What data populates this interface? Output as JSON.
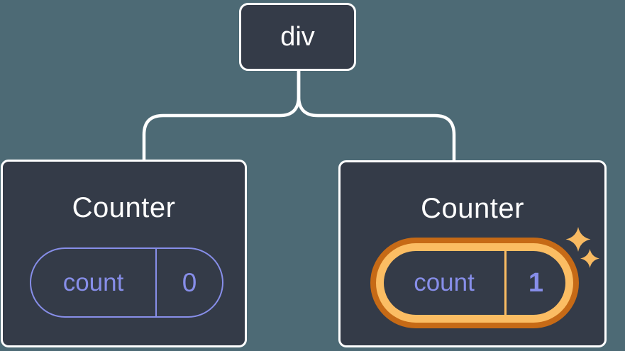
{
  "diagram": {
    "colors": {
      "background": "#4d6a75",
      "node-fill": "#343b48",
      "node-border": "#ffffff",
      "line": "#ffffff",
      "state": "#878ee9",
      "highlight-outer": "#c66a16",
      "highlight-inner": "#fbbd63",
      "sparkle": "#f8ba62"
    },
    "root": {
      "label": "div"
    },
    "children": [
      {
        "title": "Counter",
        "state_key": "count",
        "state_value": "0",
        "highlighted": false
      },
      {
        "title": "Counter",
        "state_key": "count",
        "state_value": "1",
        "highlighted": true
      }
    ]
  }
}
